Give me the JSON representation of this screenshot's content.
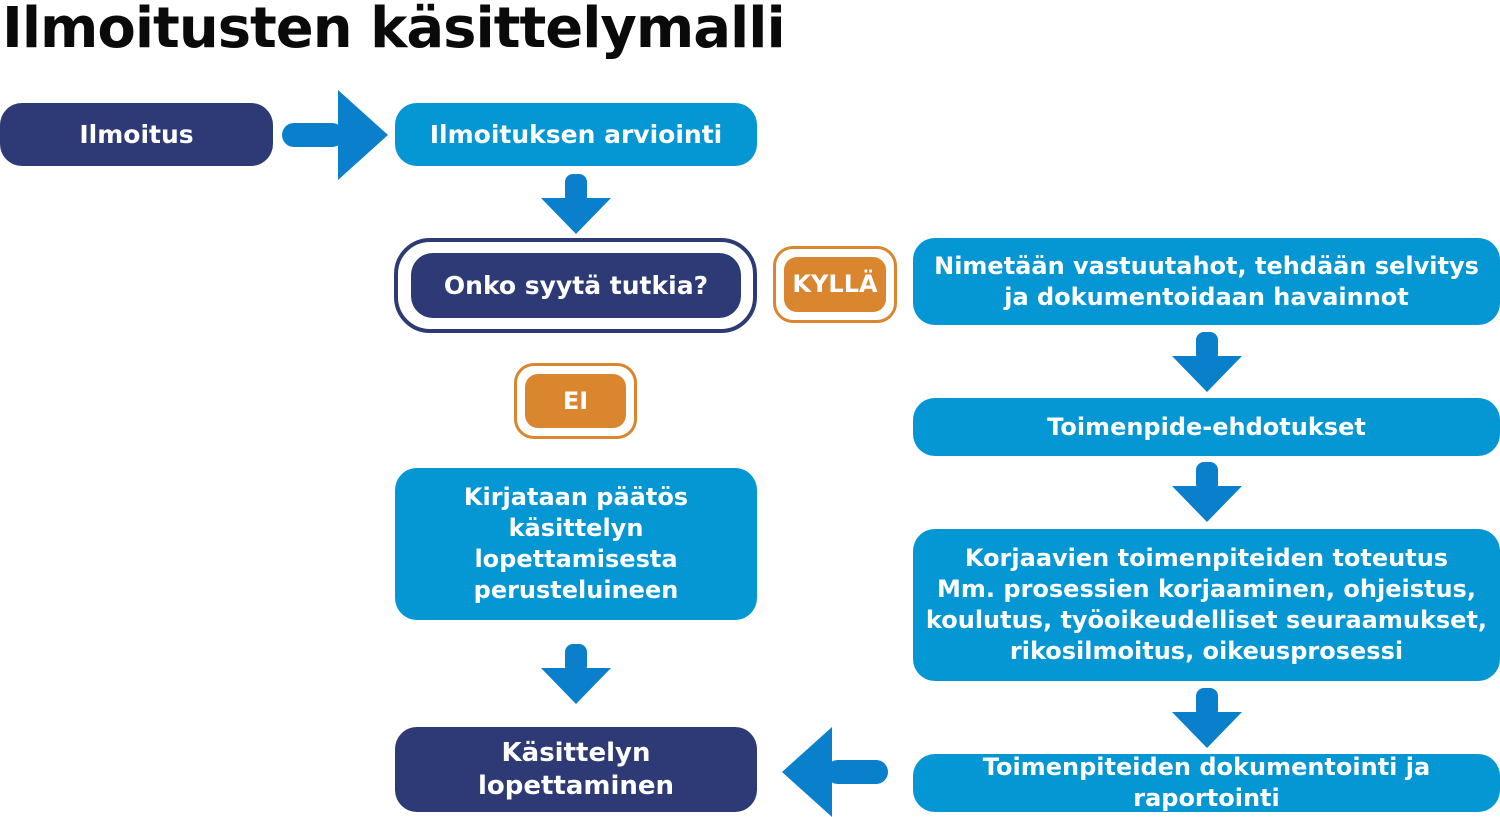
{
  "title": "Ilmoitusten käsittelymalli",
  "nodes": {
    "ilmoitus": "Ilmoitus",
    "arviointi": "Ilmoituksen arviointi",
    "question": "Onko syytä tutkia?",
    "yes": "KYLLÄ",
    "no": "EI",
    "nimetaan": "Nimetään vastuutahot, tehdään selvitys\nja dokumentoidaan havainnot",
    "ehdotukset": "Toimenpide-ehdotukset",
    "korjaavien": "Korjaavien toimenpiteiden toteutus\nMm. prosessien korjaaminen, ohjeistus,\nkoulutus, työoikeudelliset seuraamukset,\nrikosilmoitus, oikeusprosessi",
    "kirjataan": "Kirjataan päätös\nkäsittelyn\nlopettamisesta\nperusteluineen",
    "dokumentointi": "Toimenpiteiden dokumentointi ja raportointi",
    "lopettaminen": "Käsittelyn\nlopettaminen"
  },
  "colors": {
    "dark": "#2e3a76",
    "light": "#0596d4",
    "orange": "#d9862e",
    "arrow": "#0a7fcb"
  }
}
